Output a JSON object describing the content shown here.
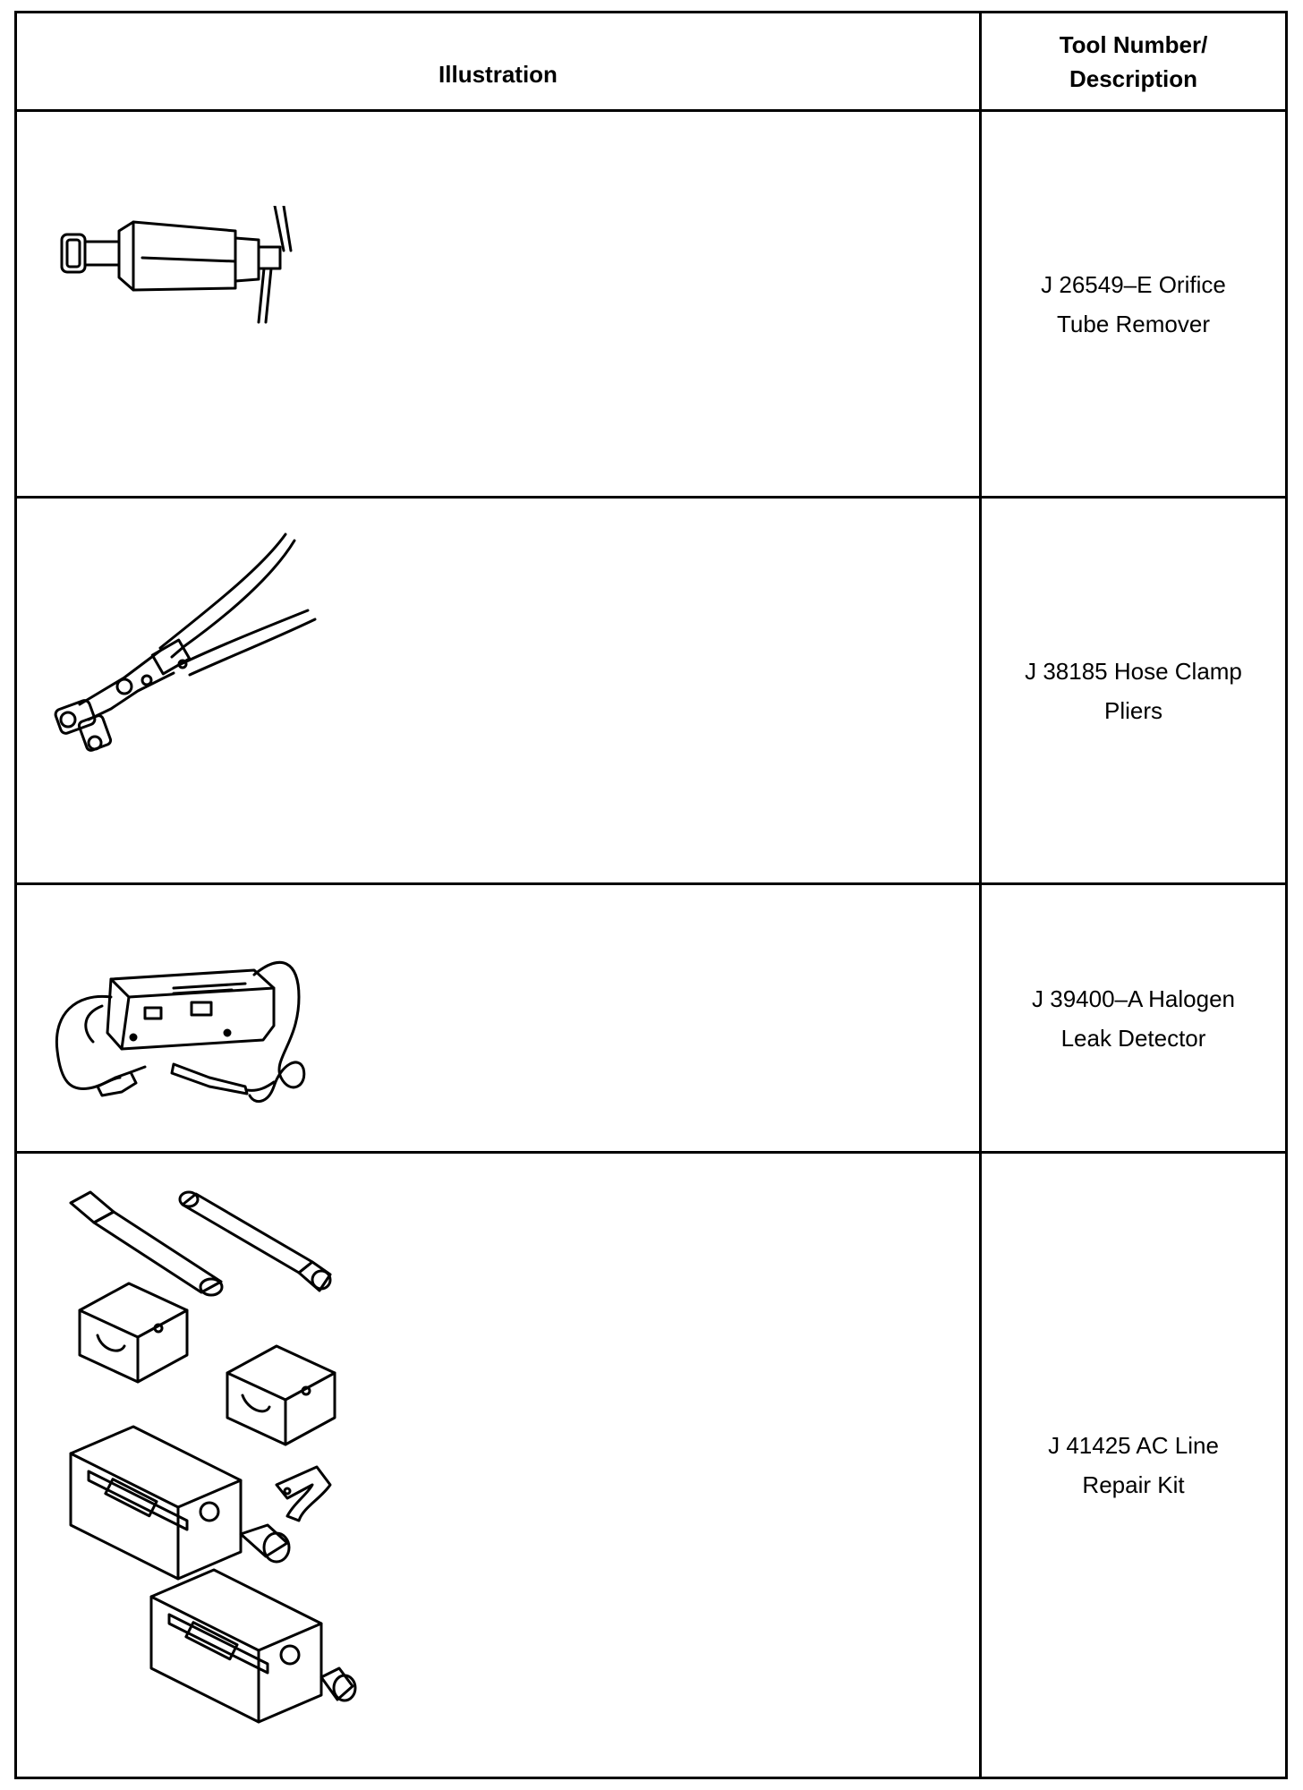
{
  "header": {
    "illustration": "Illustration",
    "tool_line1": "Tool Number/",
    "tool_line2": "Description"
  },
  "tools": [
    {
      "line1": "J 26549–E Orifice",
      "line2": "Tube Remover",
      "icon": "orifice-tube-remover-icon"
    },
    {
      "line1": "J 38185 Hose Clamp",
      "line2": "Pliers",
      "icon": "hose-clamp-pliers-icon"
    },
    {
      "line1": "J 39400–A Halogen",
      "line2": "Leak Detector",
      "icon": "halogen-leak-detector-icon"
    },
    {
      "line1": "J 41425 AC Line",
      "line2": "Repair Kit",
      "icon": "ac-line-repair-kit-icon"
    }
  ]
}
